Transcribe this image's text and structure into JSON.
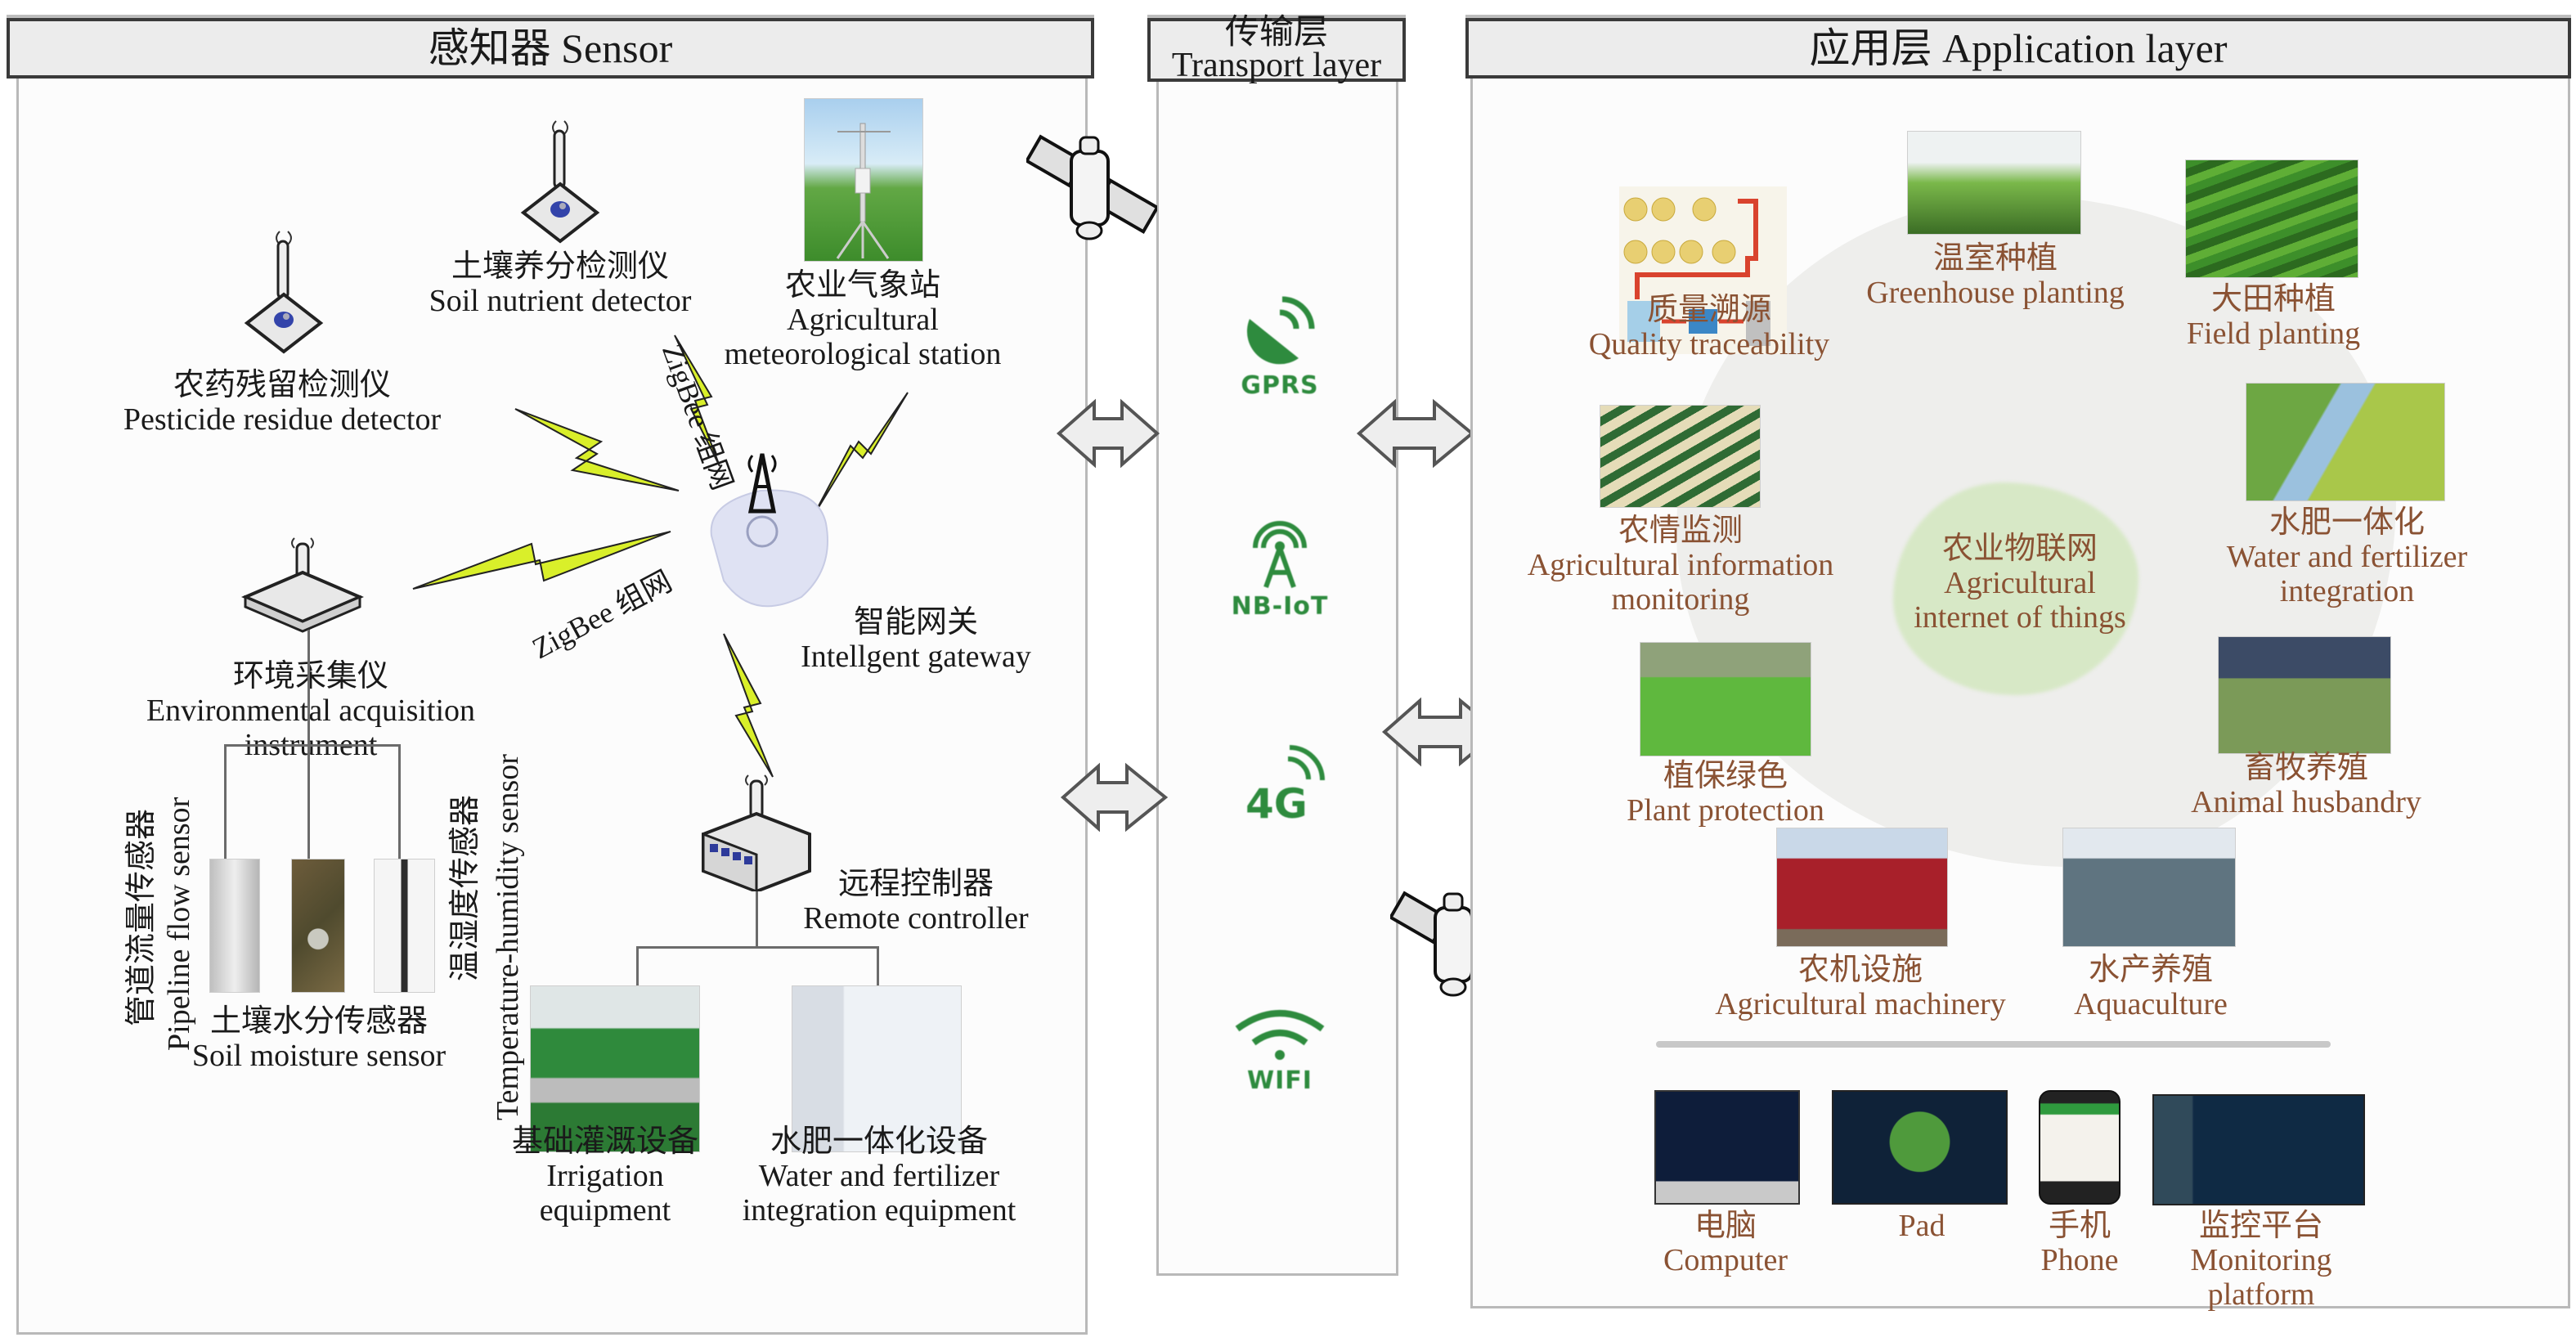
{
  "sensor_layer": {
    "title": "感知器 Sensor",
    "devices": {
      "pesticide": {
        "zh": "农药残留检测仪",
        "en": "Pesticide residue detector"
      },
      "soil_nutrient": {
        "zh": "土壤养分检测仪",
        "en": "Soil nutrient detector"
      },
      "weather_station": {
        "zh": "农业气象站",
        "en1": "Agricultural",
        "en2": "meteorological station"
      },
      "gateway": {
        "zh": "智能网关",
        "en": "Intellgent gateway"
      },
      "env_acquisition": {
        "zh": "环境采集仪",
        "en1": "Environmental acquisition",
        "en2": "instrument"
      },
      "pipeline_flow": {
        "zh": "管道流量传感器",
        "en": "Pipeline flow sensor"
      },
      "soil_moisture": {
        "zh": "土壤水分传感器",
        "en": "Soil moisture sensor"
      },
      "temp_humidity": {
        "zh": "温湿度传感器",
        "en": "Temperature-humidity sensor"
      },
      "remote_controller": {
        "zh": "远程控制器",
        "en": "Remote controller"
      },
      "irrigation": {
        "zh": "基础灌溉设备",
        "en1": "Irrigation",
        "en2": "equipment"
      },
      "wf_equipment": {
        "zh": "水肥一体化设备",
        "en1": "Water and fertilizer",
        "en2": "integration equipment"
      }
    },
    "zigbee_label_1": "ZigBee 组网",
    "zigbee_label_2": "ZigBee 组网"
  },
  "transport_layer": {
    "title_zh": "传输层",
    "title_en": "Transport layer",
    "protocols": [
      {
        "label": "GPRS",
        "icon": "satellite-dish-icon"
      },
      {
        "label": "NB-IoT",
        "icon": "cell-tower-icon"
      },
      {
        "label": "4G",
        "icon": "signal-4g-icon"
      },
      {
        "label": "WIFI",
        "icon": "wifi-icon"
      }
    ]
  },
  "application_layer": {
    "title": "应用层 Application layer",
    "center": {
      "zh": "农业物联网",
      "en1": "Agricultural",
      "en2": "internet of things"
    },
    "applications": {
      "quality": {
        "zh": "质量溯源",
        "en": "Quality traceability"
      },
      "greenhouse": {
        "zh": "温室种植",
        "en": "Greenhouse planting"
      },
      "field": {
        "zh": "大田种植",
        "en": "Field planting"
      },
      "info_monitoring": {
        "zh": "农情监测",
        "en1": "Agricultural information",
        "en2": "monitoring"
      },
      "water_fertilizer": {
        "zh": "水肥一体化",
        "en1": "Water and fertilizer",
        "en2": "integration"
      },
      "plant_protection": {
        "zh": "植保绿色",
        "en": "Plant protection"
      },
      "animal": {
        "zh": "畜牧养殖",
        "en": "Animal husbandry"
      },
      "machinery": {
        "zh": "农机设施",
        "en": "Agricultural machinery"
      },
      "aquaculture": {
        "zh": "水产养殖",
        "en": "Aquaculture"
      }
    },
    "terminals": {
      "computer": {
        "zh": "电脑",
        "en": "Computer"
      },
      "pad": {
        "en": "Pad"
      },
      "phone": {
        "zh": "手机",
        "en": "Phone"
      },
      "platform": {
        "zh": "监控平台",
        "en1": "Monitoring",
        "en2": "platform"
      }
    }
  },
  "colors": {
    "app_text": "#8a5233",
    "transport_green": "#2e8b3e",
    "lightning": "#d9ef2a",
    "header_bg": "#ececec"
  }
}
